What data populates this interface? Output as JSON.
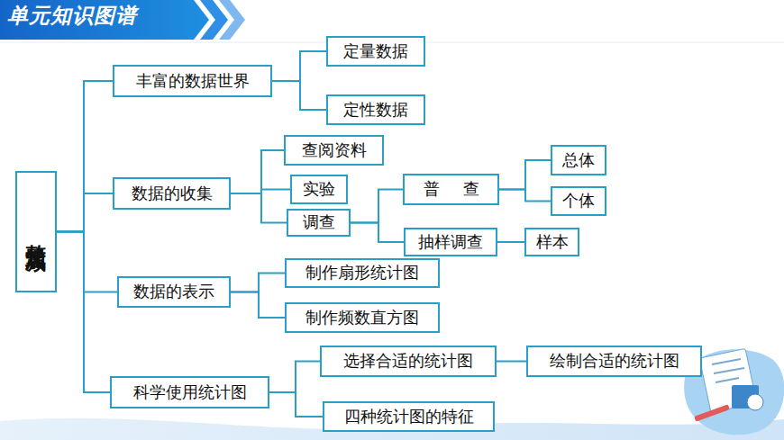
{
  "diagram": {
    "title": "单元知识图谱",
    "nodes": [
      {
        "text": [
          "整式加减"
        ]
      },
      {
        "text": [
          "丰富的数据世界"
        ]
      },
      {
        "text": [
          "定量数据"
        ]
      },
      {
        "text": [
          "定性数据"
        ]
      },
      {
        "text": [
          "数据的收集"
        ]
      },
      {
        "text": [
          "查阅资料"
        ]
      },
      {
        "text": [
          "实验"
        ]
      },
      {
        "text": [
          "调查"
        ]
      },
      {
        "text": [
          "普查"
        ]
      },
      {
        "text": [
          "总体"
        ]
      },
      {
        "text": [
          "个体"
        ]
      },
      {
        "text": [
          "抽样调查"
        ]
      },
      {
        "text": [
          "样本"
        ]
      },
      {
        "text": [
          "数据的表示"
        ]
      },
      {
        "text": [
          "制作扇形统计图"
        ]
      },
      {
        "text": [
          "制作频数直方图"
        ]
      },
      {
        "text": [
          "科学使用统计图"
        ]
      },
      {
        "text": [
          "选择合适的统计图"
        ]
      },
      {
        "text": [
          "绘制合适的统计图"
        ]
      },
      {
        "text": [
          "四种统计图的特征"
        ]
      }
    ],
    "edges": [
      {
        "from": 0,
        "to": 1,
        "arrow": "none"
      },
      {
        "from": 0,
        "to": 4,
        "arrow": "none"
      },
      {
        "from": 0,
        "to": 13,
        "arrow": "none"
      },
      {
        "from": 0,
        "to": 16,
        "arrow": "none"
      },
      {
        "from": 1,
        "to": 2,
        "arrow": "none"
      },
      {
        "from": 1,
        "to": 3,
        "arrow": "none"
      },
      {
        "from": 4,
        "to": 5,
        "arrow": "none"
      },
      {
        "from": 4,
        "to": 6,
        "arrow": "none"
      },
      {
        "from": 4,
        "to": 7,
        "arrow": "none"
      },
      {
        "from": 7,
        "to": 8,
        "arrow": "none"
      },
      {
        "from": 7,
        "to": 11,
        "arrow": "none"
      },
      {
        "from": 8,
        "to": 9,
        "arrow": "none"
      },
      {
        "from": 8,
        "to": 10,
        "arrow": "none"
      },
      {
        "from": 11,
        "to": 12,
        "arrow": "none"
      },
      {
        "from": 13,
        "to": 14,
        "arrow": "none"
      },
      {
        "from": 13,
        "to": 15,
        "arrow": "none"
      },
      {
        "from": 16,
        "to": 17,
        "arrow": "none"
      },
      {
        "from": 16,
        "to": 19,
        "arrow": "none"
      },
      {
        "from": 17,
        "to": 18,
        "arrow": "none"
      }
    ]
  }
}
